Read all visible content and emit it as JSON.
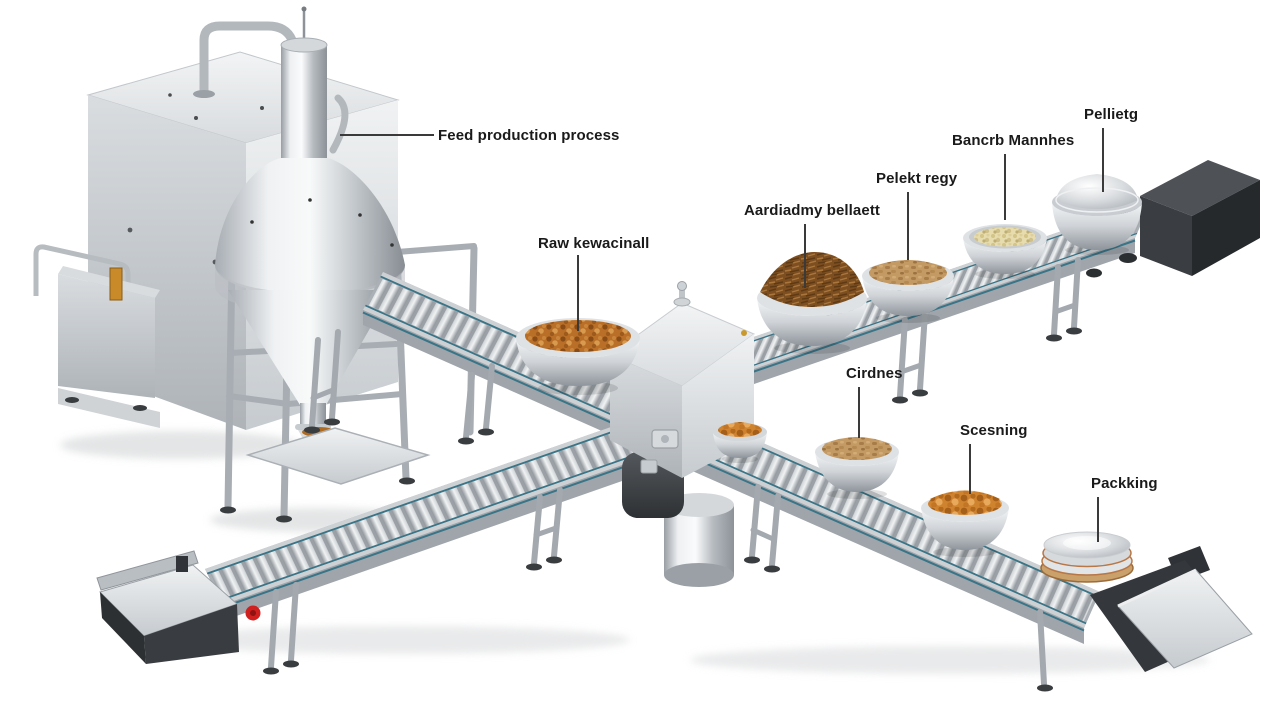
{
  "diagram": {
    "title": "Feed production process",
    "background_color": "#ffffff",
    "label_text_color": "#1a1a1a",
    "leader_line_color": "#3a3a3a"
  },
  "labels": [
    {
      "text": "Feed production process"
    },
    {
      "text": "Raw kewacinall"
    },
    {
      "text": "Aardiadmy bellaett"
    },
    {
      "text": "Pelekt regy"
    },
    {
      "text": "Bancrb Mannhes"
    },
    {
      "text": "Pellietg"
    },
    {
      "text": "Cirdnes"
    },
    {
      "text": "Scesning"
    },
    {
      "text": "Packking"
    }
  ],
  "colors": {
    "stainless_light": "#f0f2f3",
    "stainless_mid": "#c6cbcf",
    "stainless_dark": "#8c9298",
    "belt_accent_teal": "#397487",
    "end_unit_dark": "#3a3d41",
    "indicator_red": "#d01f1f",
    "copper_rim": "#b87747",
    "sight_glass_amber": "#c98a2a",
    "kibble_orange": "#b96f28",
    "shredded_brown": "#7d4e20",
    "pellets_tan": "#c49a64",
    "pellets_cream": "#e7dcae",
    "chunks_orange": "#cf832f"
  }
}
